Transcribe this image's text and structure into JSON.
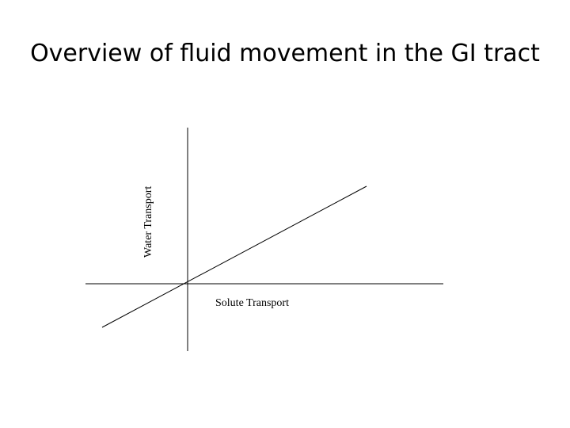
{
  "slide": {
    "title": "Overview of fluid movement in the GI tract"
  },
  "diagram": {
    "y_axis_label": "Water Transport",
    "x_axis_label": "Solute Transport",
    "line_color": "#000000"
  }
}
